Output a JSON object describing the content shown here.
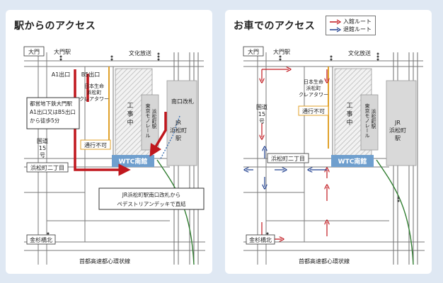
{
  "left_panel": {
    "title": "駅からのアクセス",
    "labels": {
      "daimon_sign": "大門",
      "daimon_station": "大門駅",
      "bunka_hoso": "文化放送",
      "a1_exit": "A1出口",
      "b5_exit": "B5出口",
      "tower_l1": "日本生命",
      "tower_l2": "浜松町",
      "tower_l3": "クレアタワー",
      "construction_l1": "工",
      "construction_l2": "事",
      "construction_l3": "中",
      "monorail_l1": "東京モノレール",
      "monorail_l2": "浜松町駅",
      "south_gate": "南口改札",
      "jr_l1": "JR",
      "jr_l2": "浜松町",
      "jr_l3": "駅",
      "route15_l1": "国道",
      "route15_l2": "15",
      "route15_l3": "号",
      "no_through": "通行不可",
      "wtc": "WTC南館",
      "hamamatsucho2": "浜松町二丁目",
      "kanasugibashi": "金杉橋北",
      "expressway": "首都高速都心環状線"
    },
    "callout_subway": [
      "都営地下鉄大門駅",
      "A1出口又はB5出口",
      "から徒歩5分"
    ],
    "callout_jr": [
      "JR浜松町駅南口改札から",
      "ペデストリアンデッキで直結"
    ]
  },
  "right_panel": {
    "title": "お車でのアクセス",
    "legend": {
      "entry": "入館ルート",
      "exit": "退館ルート"
    },
    "labels": {
      "daimon_sign": "大門",
      "daimon_station": "大門駅",
      "bunka_hoso": "文化放送",
      "tower_l1": "日本生命",
      "tower_l2": "浜松町",
      "tower_l3": "クレアタワー",
      "construction_l1": "工",
      "construction_l2": "事",
      "construction_l3": "中",
      "monorail_l1": "東京モノレール",
      "monorail_l2": "浜松町駅",
      "jr_l1": "JR",
      "jr_l2": "浜松町",
      "jr_l3": "駅",
      "route15_l1": "国道",
      "route15_l2": "15",
      "route15_l3": "号",
      "no_through": "通行不可",
      "wtc": "WTC南館",
      "hamamatsucho2": "浜松町二丁目",
      "kanasugibashi": "金杉橋北",
      "expressway": "首都高速都心環状線"
    }
  },
  "colors": {
    "route_red": "#c0171d",
    "exit_blue": "#1f3f8f",
    "wtc_blue": "#6f9fce",
    "no_through_orange": "#e0a12a",
    "train_green": "#2f7d2f",
    "road_gray": "#7a7a7a"
  }
}
